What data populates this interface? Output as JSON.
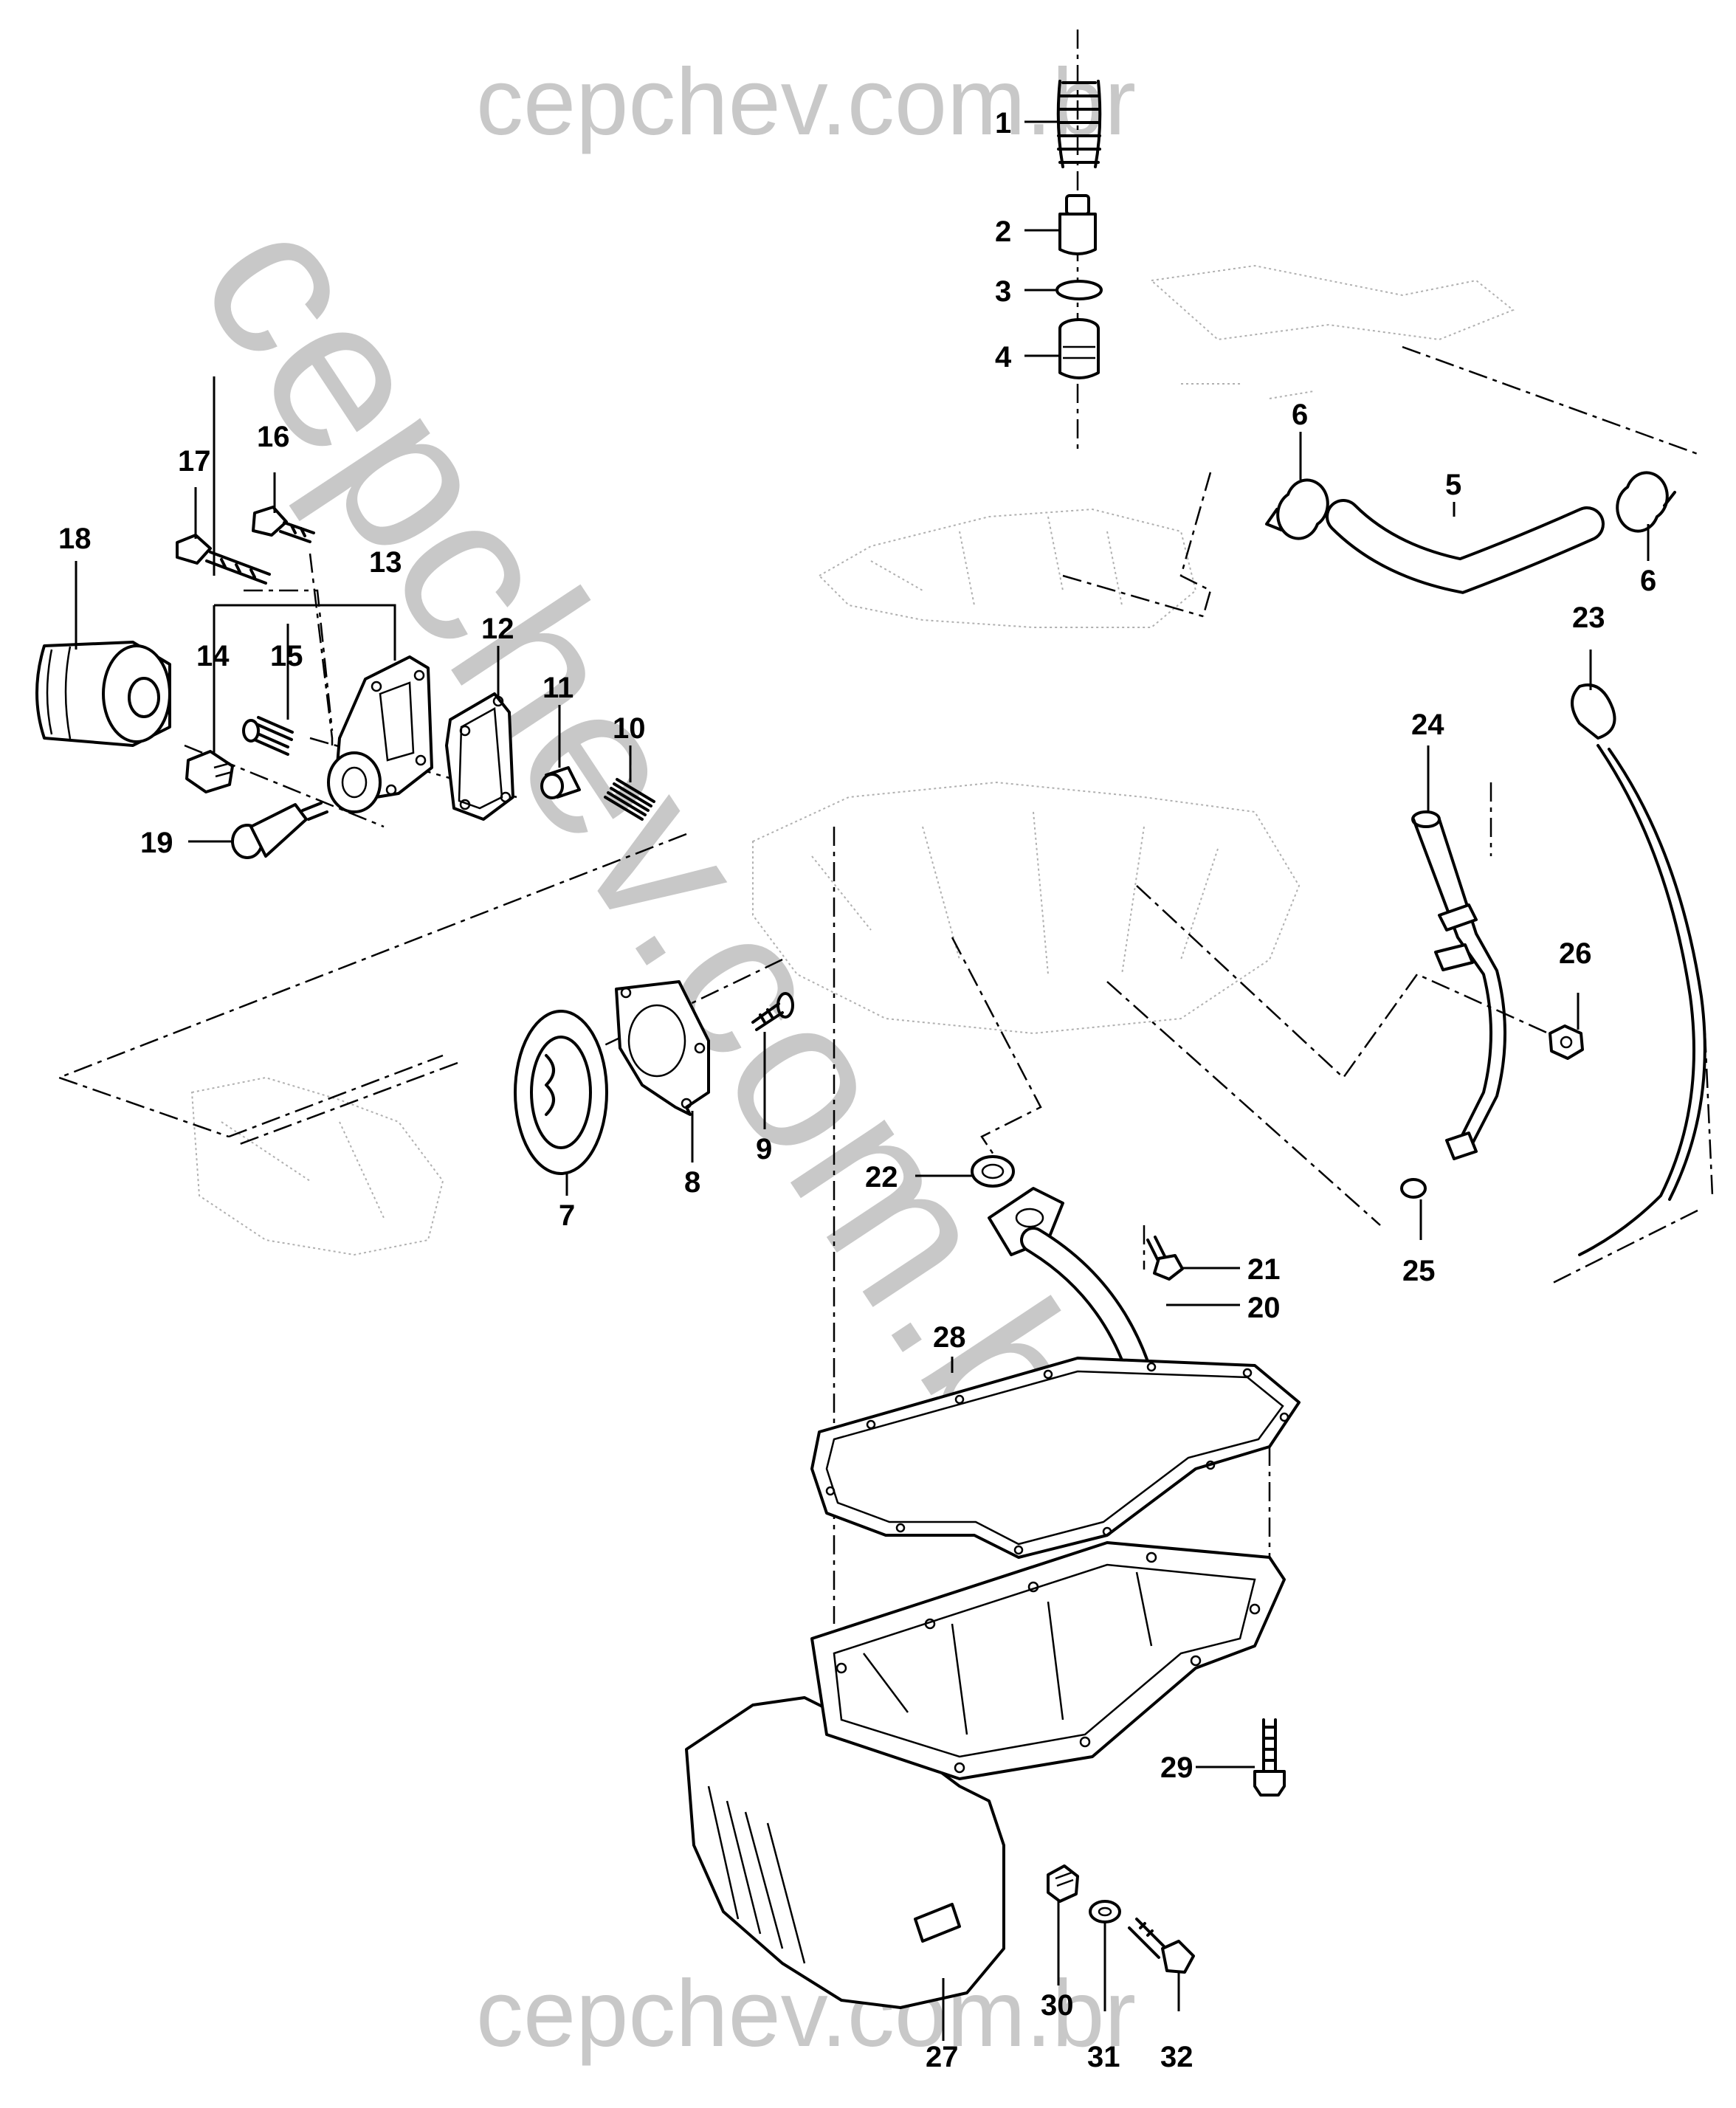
{
  "watermarks": {
    "top": "cepchev.com.br",
    "diagonal": "cepchev.com.br",
    "bottom": "cepchev.com.br"
  },
  "colors": {
    "ink": "#000000",
    "watermark": "#c8c8c8",
    "ghost": "#b0b0b0"
  },
  "callouts": {
    "c1": "1",
    "c2": "2",
    "c3": "3",
    "c4": "4",
    "c5": "5",
    "c6a": "6",
    "c6b": "6",
    "c7": "7",
    "c8": "8",
    "c9": "9",
    "c10": "10",
    "c11": "11",
    "c12": "12",
    "c13": "13",
    "c14": "14",
    "c15": "15",
    "c16": "16",
    "c17": "17",
    "c18": "18",
    "c19": "19",
    "c20": "20",
    "c21": "21",
    "c22": "22",
    "c23": "23",
    "c24": "24",
    "c25": "25",
    "c26": "26",
    "c27": "27",
    "c28": "28",
    "c29": "29",
    "c30": "30",
    "c31": "31",
    "c32": "32"
  }
}
